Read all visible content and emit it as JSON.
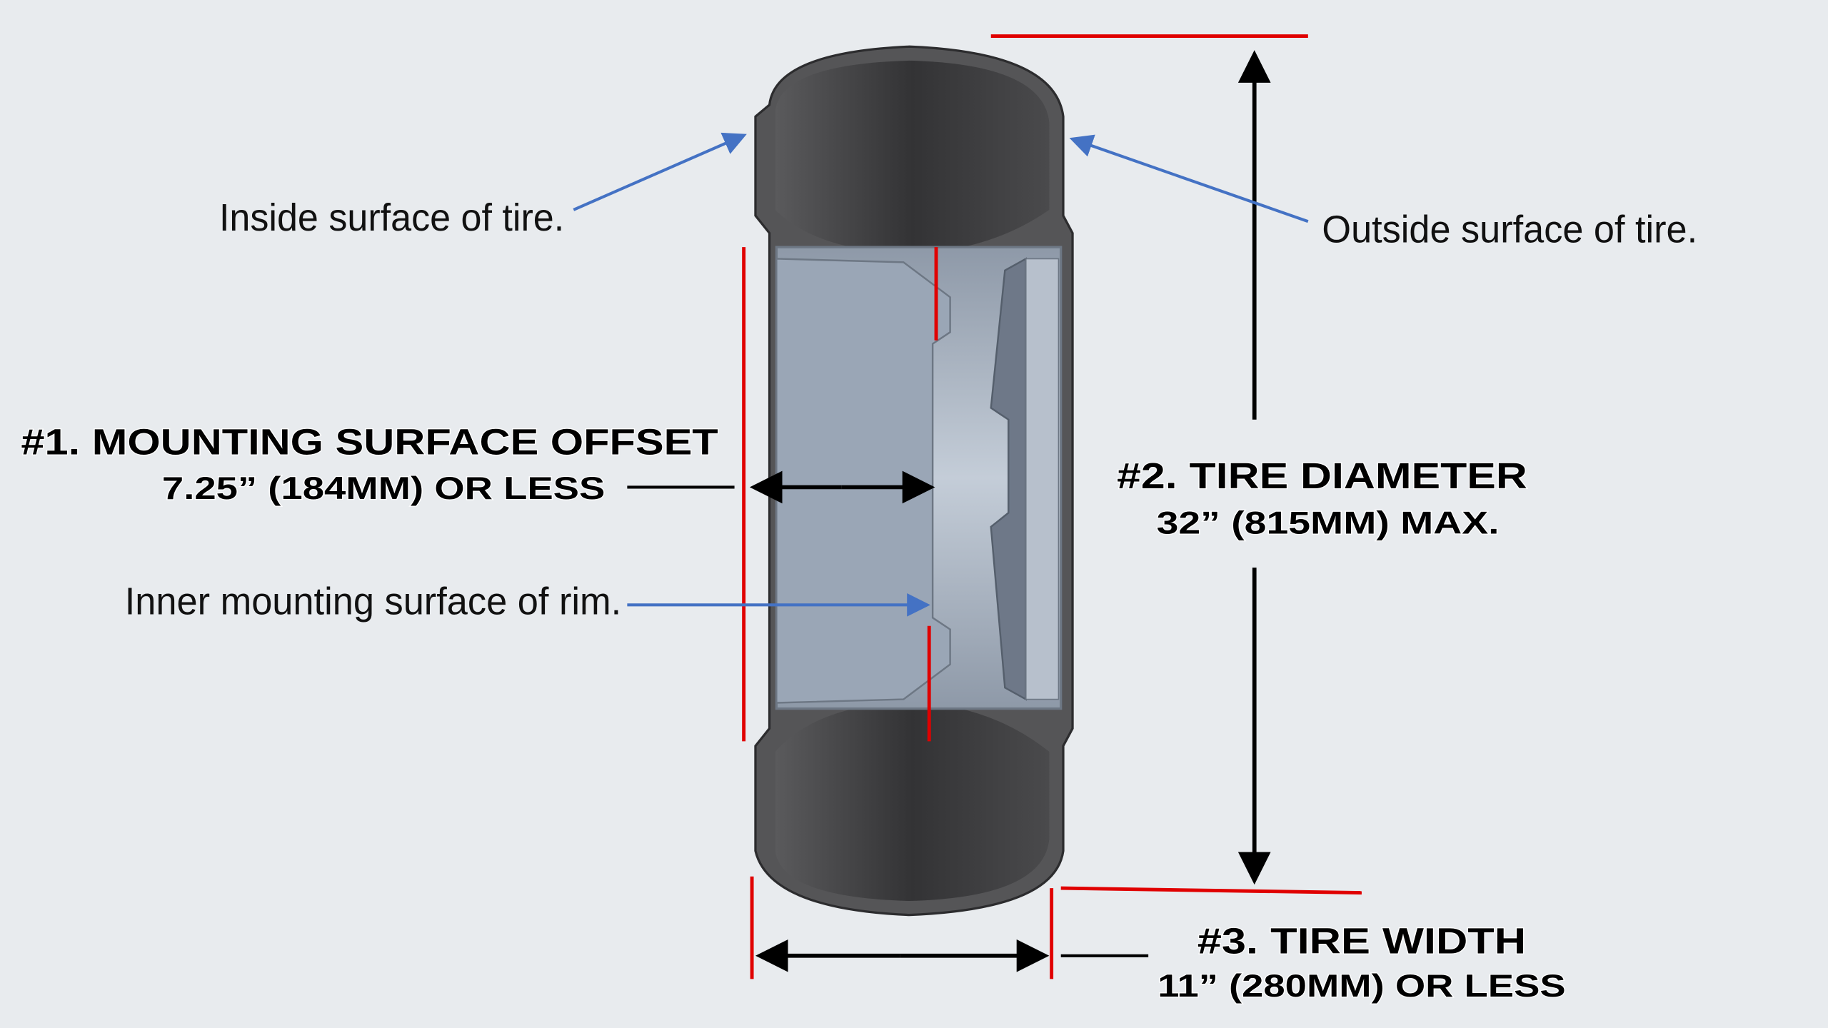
{
  "labels": {
    "inside_surface": "Inside surface of tire.",
    "outside_surface": "Outside surface of tire.",
    "inner_mounting": "Inner mounting surface of rim."
  },
  "measurements": {
    "offset_title": "#1. MOUNTING SURFACE OFFSET",
    "offset_value": "7.25” (184MM) OR LESS",
    "diameter_title": "#2. TIRE DIAMETER",
    "diameter_value": "32” (815MM) MAX.",
    "width_title": "#3. TIRE WIDTH",
    "width_value": "11” (280MM) OR LESS"
  },
  "colors": {
    "background": "#e8ebee",
    "marker_red": "#e00000",
    "pointer_blue": "#4472c4",
    "tire": "#3d3d3f",
    "rim": "#a8b3c2"
  }
}
